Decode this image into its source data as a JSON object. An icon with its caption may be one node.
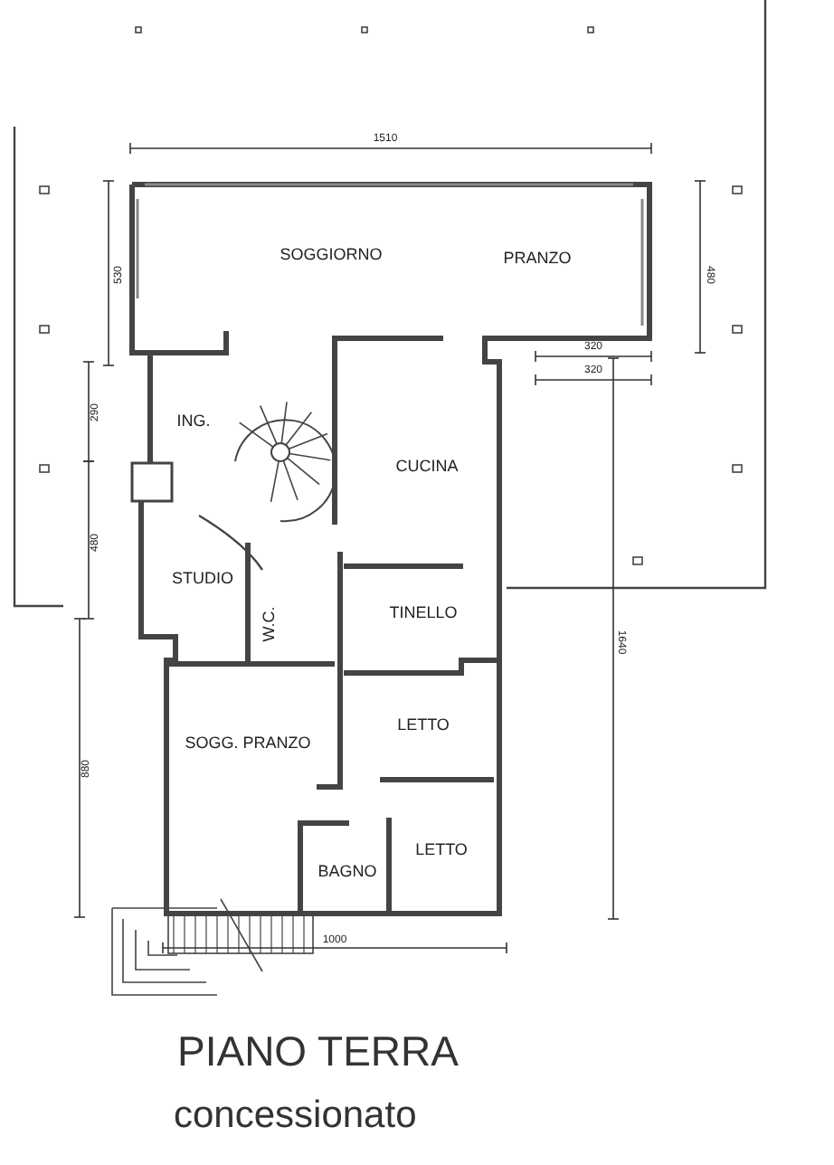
{
  "diagram": {
    "title": "PIANO TERRA",
    "caption": "concessionato",
    "labels": [
      "1510",
      "530",
      "SOGGIORNO",
      "PRANZO",
      "480",
      "320",
      "320",
      "290",
      "ING.",
      "CUCINA",
      "480",
      "STUDIO",
      "W.C.",
      "TINELLO",
      "1640",
      "880",
      "SOGG. PRANZO",
      "LETTO",
      "LETTO",
      "BAGNO",
      "1000"
    ]
  }
}
